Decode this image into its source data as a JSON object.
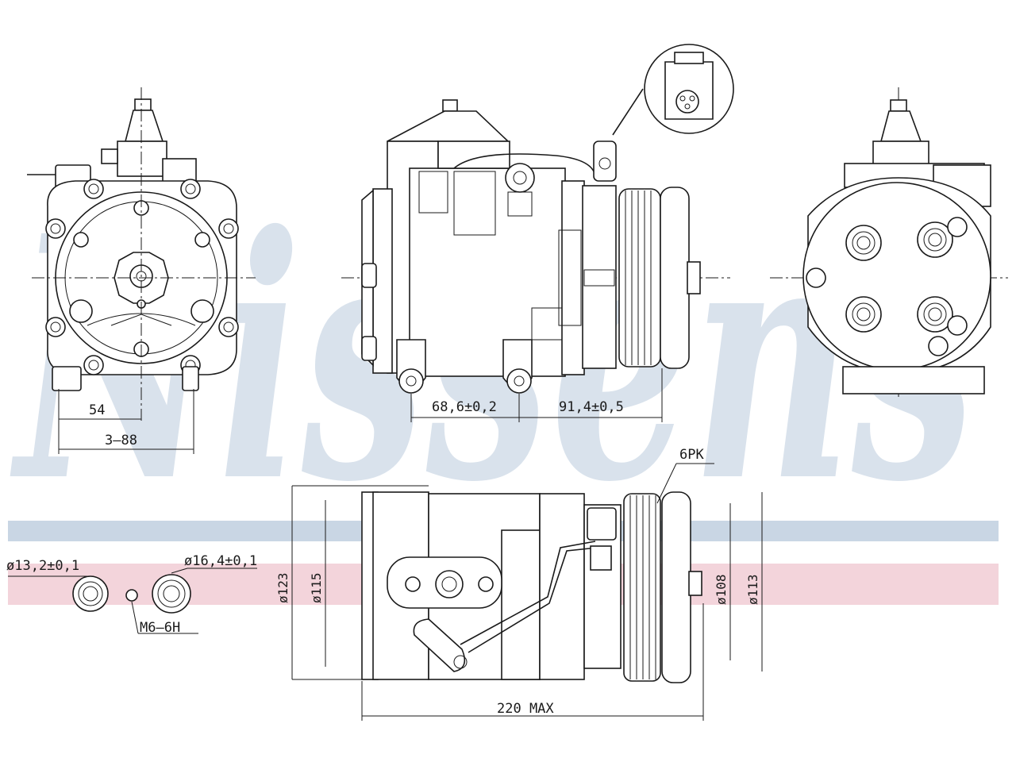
{
  "watermark": {
    "text": "Nissens",
    "registered_mark": "®",
    "color_text": "#c9d6e4",
    "band_blue": "#c9d6e4",
    "band_pink": "#efc5cf"
  },
  "dimensions": {
    "front_width_inner": "54",
    "front_width_outer": "3–88",
    "mount_hole_spacing": "68,6±0,2",
    "pulley_offset": "91,4±0,5",
    "pulley_type": "6PK",
    "suction_port": "ø13,2±0,1",
    "discharge_port": "ø16,4±0,1",
    "thread": "M6–6H",
    "height_123": "ø123",
    "height_115": "ø115",
    "pulley_diameter_108": "ø108",
    "pulley_diameter_113": "ø113",
    "overall_length": "220  MAX"
  },
  "colors": {
    "line": "#1a1a1a",
    "background": "#ffffff"
  }
}
